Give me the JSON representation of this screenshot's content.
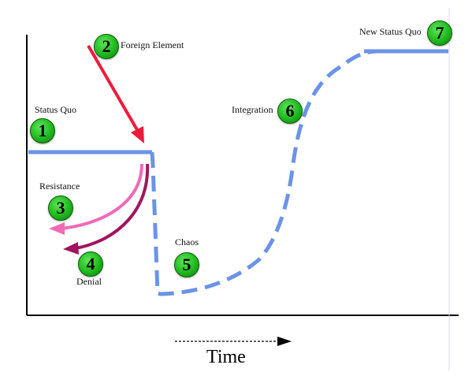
{
  "stages": [
    {
      "number": "1",
      "label": "Status Quo"
    },
    {
      "number": "2",
      "label": "Foreign Element"
    },
    {
      "number": "3",
      "label": "Resistance"
    },
    {
      "number": "4",
      "label": "Denial"
    },
    {
      "number": "5",
      "label": "Chaos"
    },
    {
      "number": "6",
      "label": "Integration"
    },
    {
      "number": "7",
      "label": "New Status Quo"
    }
  ],
  "axis": {
    "x_label": "Time"
  },
  "colors": {
    "curve": "#6b93e8",
    "foreign_arrow": "#ee1c3a",
    "resistance_arrow": "#f06ab8",
    "denial_arrow": "#a0165e",
    "badge": "#22bb22",
    "axis": "#000000"
  }
}
